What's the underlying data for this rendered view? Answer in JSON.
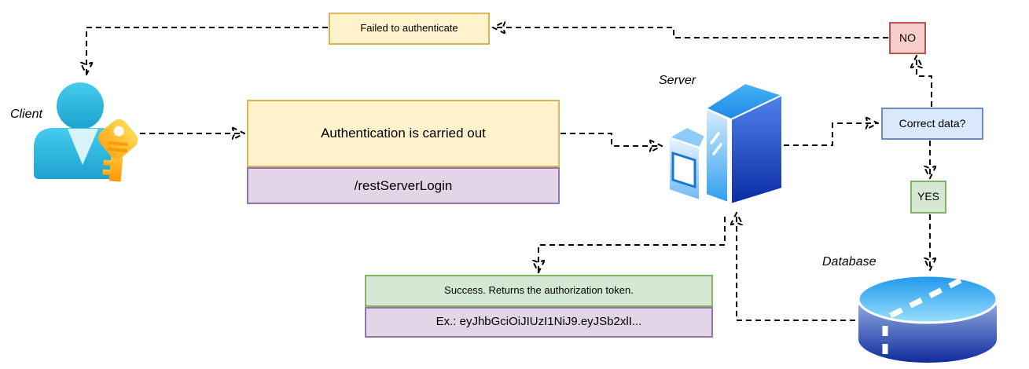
{
  "labels": {
    "client": "Client",
    "server": "Server",
    "database": "Database"
  },
  "boxes": {
    "failed": "Failed to authenticate",
    "auth_title": "Authentication is carried out",
    "auth_endpoint": "/restServerLogin",
    "no": "NO",
    "correct_data": "Correct data?",
    "yes": "YES",
    "success": "Success. Returns the authorization token.",
    "token_example": "Ex.: eyJhbGciOiJIUzI1NiJ9.eyJSb2xlI..."
  },
  "icons": {
    "client": "person-with-key-icon",
    "server": "server-tower-3d-icon",
    "database": "database-cylinder-3d-icon"
  },
  "colors": {
    "yellow_fill": "#FFF2CC",
    "yellow_border": "#D6B656",
    "purple_fill": "#E1D5E7",
    "purple_border": "#9673A6",
    "green_fill": "#D5E8D4",
    "green_border": "#82B366",
    "red_fill": "#F8CECC",
    "red_border": "#B85450",
    "blue_fill": "#DAE8FC",
    "blue_border": "#6C8EBF",
    "connector": "#000000",
    "background": "#FFFFFF"
  }
}
